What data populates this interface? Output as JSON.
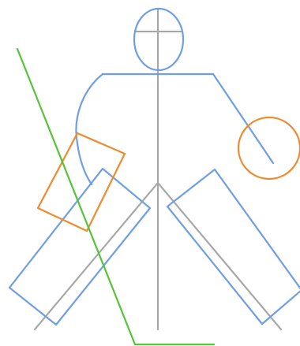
{
  "colors": {
    "background": "#ffffff",
    "figure_blue": "#6f9ee6",
    "axis_gray": "#a8a8a8",
    "accent_orange": "#f08a2e",
    "guide_green": "#55c43a"
  },
  "parts": [
    {
      "name": "head",
      "color_key": "figure_blue",
      "icon": "ellipse"
    },
    {
      "name": "shoulders",
      "color_key": "figure_blue",
      "icon": "polyline"
    },
    {
      "name": "left-arm-curve",
      "color_key": "figure_blue",
      "icon": "curve"
    },
    {
      "name": "right-arm",
      "color_key": "figure_blue",
      "icon": "line"
    },
    {
      "name": "left-leg-rect",
      "color_key": "figure_blue",
      "icon": "rotated-rectangle"
    },
    {
      "name": "right-leg-rect",
      "color_key": "figure_blue",
      "icon": "rotated-rectangle"
    },
    {
      "name": "vertical-axis",
      "color_key": "axis_gray",
      "icon": "line"
    },
    {
      "name": "head-crossbar",
      "color_key": "axis_gray",
      "icon": "line"
    },
    {
      "name": "legs-inverted-v",
      "color_key": "axis_gray",
      "icon": "polyline"
    },
    {
      "name": "left-hand-rect",
      "color_key": "accent_orange",
      "icon": "rotated-rectangle"
    },
    {
      "name": "right-hand-circle",
      "color_key": "accent_orange",
      "icon": "circle"
    },
    {
      "name": "guide-line",
      "color_key": "green",
      "icon": "polyline"
    }
  ]
}
